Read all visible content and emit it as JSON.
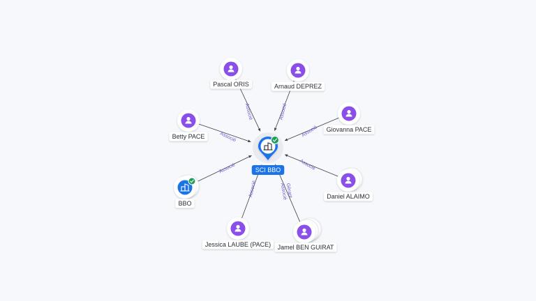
{
  "center": {
    "label": "SCI BBO",
    "icon": "building-icon",
    "verified": true,
    "color": "#1a73e8"
  },
  "nodes": [
    {
      "id": "pascal-oris",
      "label": "Pascal ORIS",
      "kind": "person",
      "stack": 1,
      "relations": [
        "Associé"
      ]
    },
    {
      "id": "arnaud-deprez",
      "label": "Arnaud DEPREZ",
      "kind": "person",
      "stack": 1,
      "relations": [
        "Associé"
      ]
    },
    {
      "id": "betty-pace",
      "label": "Betty PACE",
      "kind": "person",
      "stack": 1,
      "relations": [
        "Associé"
      ]
    },
    {
      "id": "giovanna-pace",
      "label": "Giovanna PACE",
      "kind": "person",
      "stack": 1,
      "relations": [
        "Associé"
      ]
    },
    {
      "id": "bbo",
      "label": "BBO",
      "kind": "company",
      "verified": true,
      "stack": 2,
      "relations": [
        "Associé"
      ]
    },
    {
      "id": "daniel-alaimo",
      "label": "Daniel ALAIMO",
      "kind": "person",
      "stack": 2,
      "relations": [
        "Associé"
      ]
    },
    {
      "id": "jessica-laube-pace",
      "label": "Jessica LAUBE (PACE)",
      "kind": "person",
      "stack": 1,
      "relations": [
        "Associé"
      ]
    },
    {
      "id": "jamel-ben-guirat",
      "label": "Jamel BEN GUIRAT",
      "kind": "person",
      "stack": 3,
      "relations": [
        "Gérant",
        "Associé"
      ]
    }
  ],
  "colors": {
    "person": "#8a4fe8",
    "company": "#1a73e8",
    "edge": "#3c4048",
    "relation_text": "#6a5acd",
    "verified": "#1e9e5a"
  }
}
